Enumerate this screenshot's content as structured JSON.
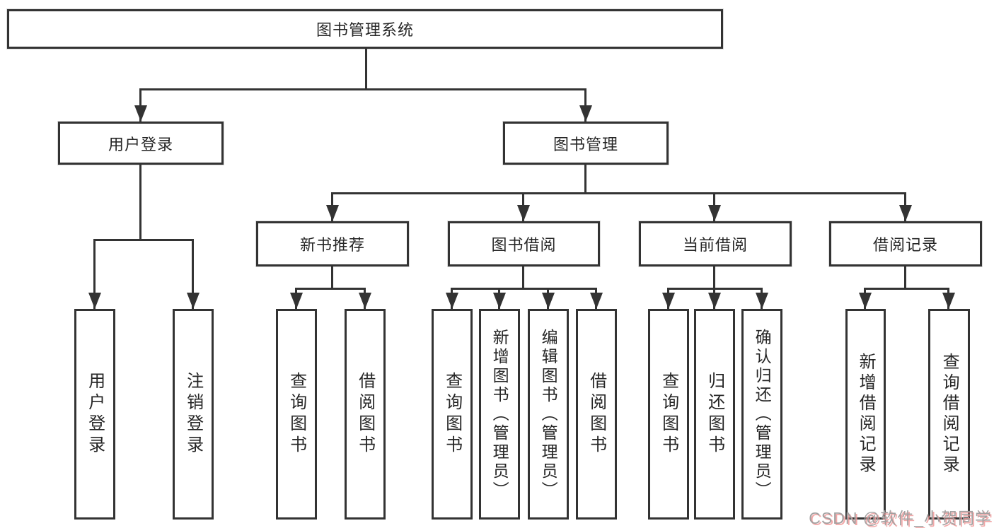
{
  "colors": {
    "line": "#333333",
    "box_border": "#333333",
    "text": "#262626",
    "background": "#ffffff",
    "watermark_gray": "#a3a0a0",
    "watermark_pink": "#f09999"
  },
  "watermark": {
    "text": "CSDN @软件_小贺同学"
  },
  "tree": {
    "label": "图书管理系统",
    "children": [
      {
        "label": "用户登录",
        "children": [
          {
            "label": "用户登录"
          },
          {
            "label": "注销登录"
          }
        ]
      },
      {
        "label": "图书管理",
        "children": [
          {
            "label": "新书推荐",
            "children": [
              {
                "label": "查询图书"
              },
              {
                "label": "借阅图书"
              }
            ]
          },
          {
            "label": "图书借阅",
            "children": [
              {
                "label": "查询图书"
              },
              {
                "label": "新增图书（管理员）"
              },
              {
                "label": "编辑图书（管理员）"
              },
              {
                "label": "借阅图书"
              }
            ]
          },
          {
            "label": "当前借阅",
            "children": [
              {
                "label": "查询图书"
              },
              {
                "label": "归还图书"
              },
              {
                "label": "确认归还（管理员）"
              }
            ]
          },
          {
            "label": "借阅记录",
            "children": [
              {
                "label": "新增借阅记录"
              },
              {
                "label": "查询借阅记录"
              }
            ]
          }
        ]
      }
    ]
  }
}
